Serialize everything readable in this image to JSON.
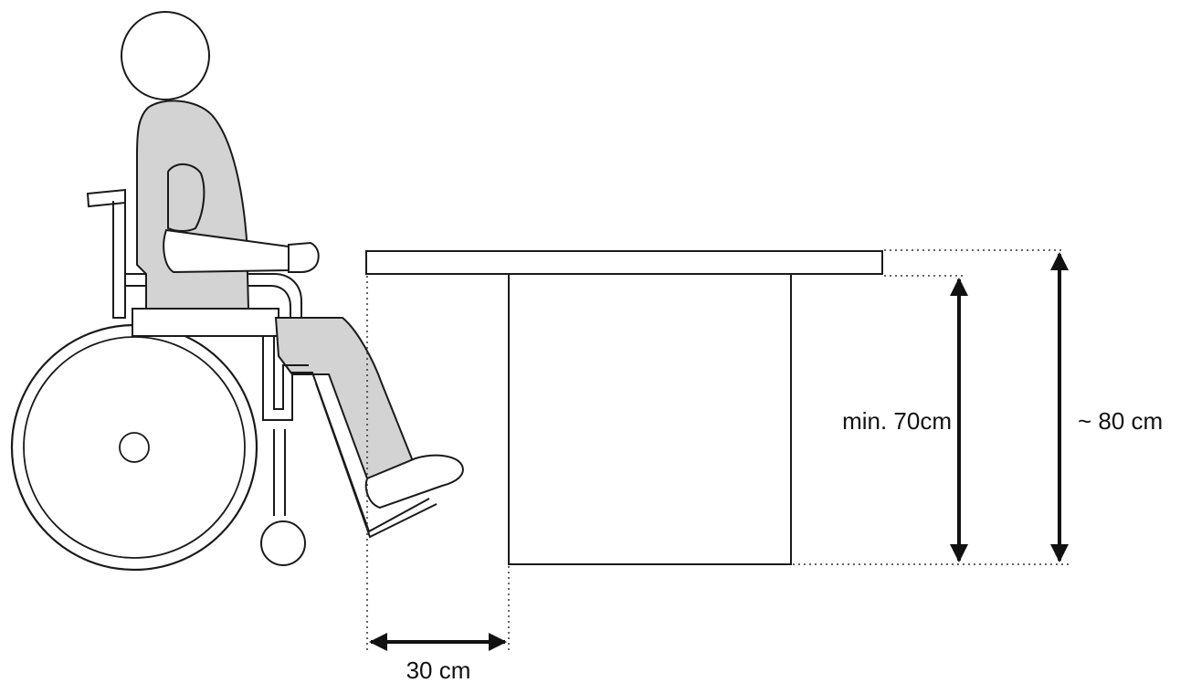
{
  "labels": {
    "knee_clearance": "min. 70cm",
    "table_height": "~ 80 cm",
    "underside_depth": "30 cm"
  },
  "colors": {
    "outline": "#1a1a1a",
    "body_fill": "#d3d3d3",
    "background": "#ffffff"
  }
}
